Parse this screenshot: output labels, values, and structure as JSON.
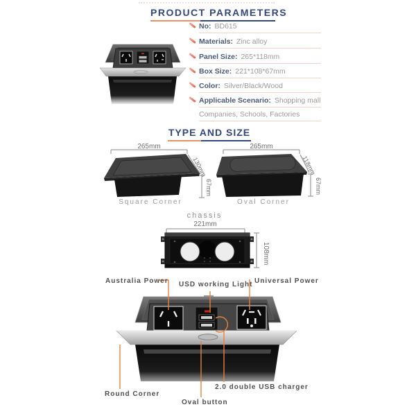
{
  "colors": {
    "title_navy": "#31477d",
    "underline_orange": "#e9906a",
    "row_label": "#4b5878",
    "row_value": "#9b9b9b",
    "row_line_pink": "#f3d4c8",
    "pen_red": "#e2604c",
    "dim_gray": "#6f6f6f",
    "caption_gray": "#9a9a9a",
    "callout_orange": "#e8823f",
    "feature_label_gray": "#4f4f4f",
    "panel_silver": "#d9d9d9",
    "product_black": "#141414"
  },
  "parameters": {
    "title": "PRODUCT PARAMETERS",
    "rows": [
      {
        "label": "No:",
        "value": "BD615"
      },
      {
        "label": "Materials:",
        "value": "Zinc alloy"
      },
      {
        "label": "Panel Size:",
        "value": "265*118mm"
      },
      {
        "label": "Box Size:",
        "value": "221*108*67mm"
      },
      {
        "label": "Color:",
        "value": "Silver/Black/Wood"
      },
      {
        "label": "Applicable Scenario:",
        "value": "Shopping mall"
      },
      {
        "label": "",
        "value": "Companies, Schools, Factories"
      }
    ]
  },
  "type_size": {
    "title": "TYPE AND SIZE",
    "square": {
      "caption": "Square Corner",
      "width": "265mm",
      "depth": "130mm",
      "height": "67mm"
    },
    "oval": {
      "caption": "Oval Corner",
      "width": "265mm",
      "depth": "118mm",
      "height": "67mm"
    },
    "chassis": {
      "caption": "chassis",
      "width": "221mm",
      "height": "108mm"
    }
  },
  "features": {
    "australia_power": "Australia Power",
    "usd_working_light": "USD working Light",
    "universal_power": "Universal Power",
    "usb_charger": "2.0 double USB charger",
    "round_corner": "Round Corner",
    "oval_button": "Oval button"
  }
}
